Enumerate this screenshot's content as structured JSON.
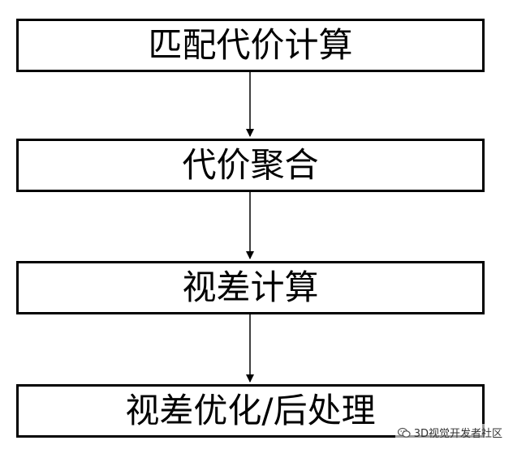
{
  "flowchart": {
    "steps": [
      {
        "label": "匹配代价计算"
      },
      {
        "label": "代价聚合"
      },
      {
        "label": "视差计算"
      },
      {
        "label": "视差优化/后处理"
      }
    ],
    "stroke_color": "#000000"
  },
  "watermark": {
    "text": "3D视觉开发者社区",
    "icon": "wechat-icon"
  }
}
